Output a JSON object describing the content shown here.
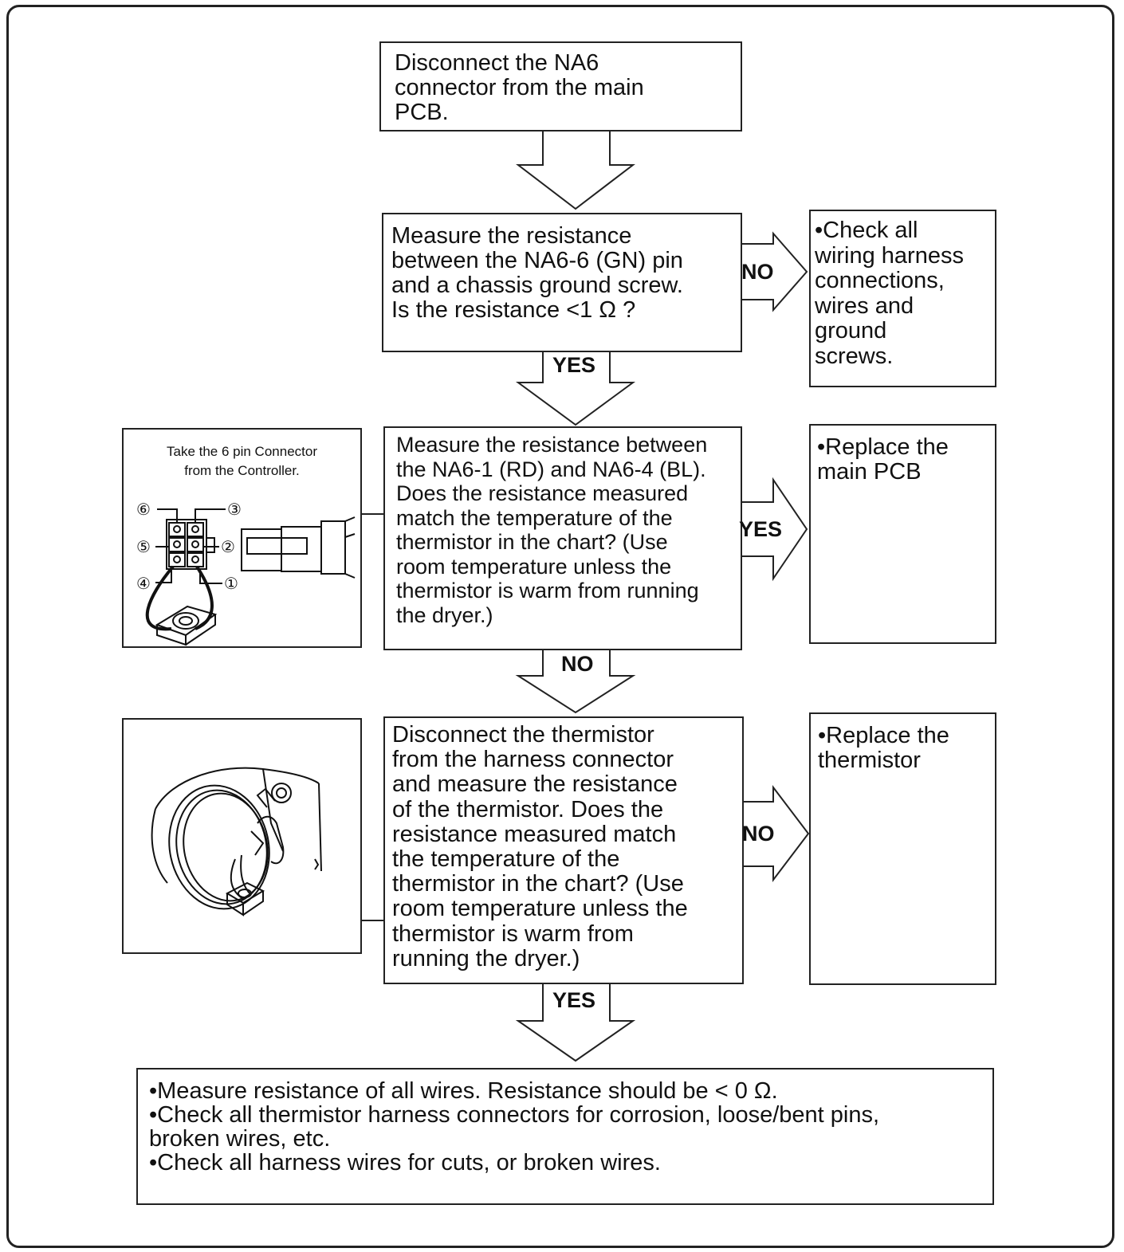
{
  "steps": {
    "step1": "Disconnect the NA6\nconnector from the main\nPCB.",
    "step2": "Measure the resistance\nbetween the NA6-6 (GN) pin\nand a chassis ground screw.\nIs the resistance <1 Ω ?",
    "step3": "Measure the resistance between\nthe NA6-1 (RD) and NA6-4 (BL).\nDoes the resistance measured\nmatch the temperature of the\nthermistor in the chart?  (Use\nroom temperature unless the\nthermistor is warm from running\nthe dryer.)",
    "step4": "Disconnect the thermistor\nfrom the harness connector\nand measure the resistance\nof the thermistor. Does the\nresistance measured match\nthe temperature of the\nthermistor in the chart?  (Use\nroom temperature unless the\nthermistor is warm from\nrunning the dryer.)"
  },
  "actions": {
    "check_wiring": "•Check all\n wiring harness\n connections,\n wires and\n ground\n screws.",
    "replace_pcb": "•Replace the\n main PCB",
    "replace_thermistor": "•Replace the\n thermistor",
    "final": "•Measure resistance of all wires.  Resistance should be < 0 Ω.\n•Check all thermistor harness connectors for corrosion, loose/bent pins,\n broken wires, etc.\n•Check all harness wires for cuts, or broken wires."
  },
  "labels": {
    "no1": "NO",
    "yes1": "YES",
    "yes2": "YES",
    "no2": "NO",
    "no3": "NO",
    "yes3": "YES"
  },
  "connector_figure": {
    "caption": "Take the 6 pin Connector\nfrom the Controller.",
    "pins": [
      "⑥",
      "③",
      "⑤",
      "②",
      "④",
      "①"
    ]
  }
}
